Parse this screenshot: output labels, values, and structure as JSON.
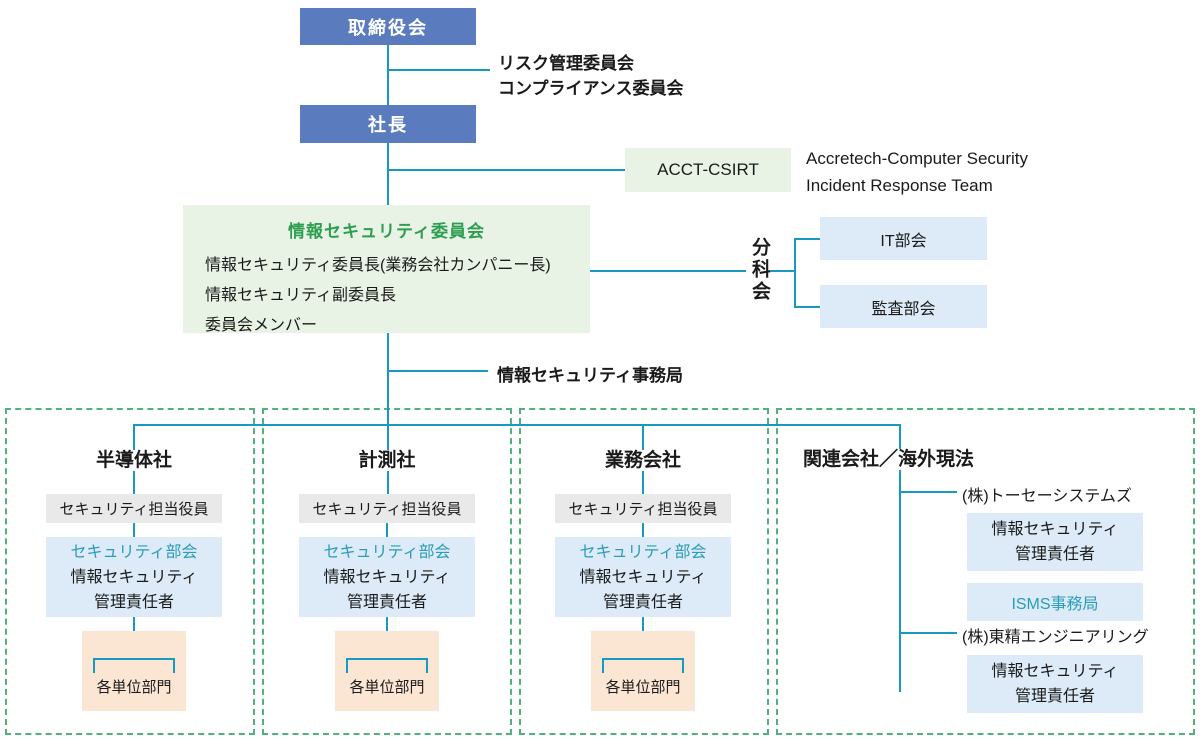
{
  "colors": {
    "header_box": "#5a7cbf",
    "green_box": "#e8f3e6",
    "green_title_text": "#2e9e50",
    "blue_box": "#dcebf7",
    "teal_text": "#2a9cba",
    "gray_box": "#e9e9e9",
    "peach_box": "#fbe6d3",
    "connector": "#1899c2",
    "section_border": "#52b07e"
  },
  "top": {
    "board": "取締役会",
    "president": "社長",
    "side_committees": [
      "リスク管理委員会",
      "コンプライアンス委員会"
    ],
    "csirt": {
      "label": "ACCT-CSIRT",
      "description": [
        "Accretech-Computer Security",
        "Incident Response Team"
      ]
    }
  },
  "committee": {
    "title": "情報セキュリティ委員会",
    "members": [
      "情報セキュリティ委員長(業務会社カンパニー長)",
      "情報セキュリティ副委員長",
      "委員会メンバー"
    ]
  },
  "subcommittees": {
    "label": "分科会",
    "groups": [
      "IT部会",
      "監査部会"
    ]
  },
  "secretariat": "情報セキュリティ事務局",
  "companies": [
    {
      "name": "半導体社",
      "officer": "セキュリティ担当役員",
      "board_title": "セキュリティ部会",
      "manager": [
        "情報セキュリティ",
        "管理責任者"
      ],
      "units": "各単位部門"
    },
    {
      "name": "計測社",
      "officer": "セキュリティ担当役員",
      "board_title": "セキュリティ部会",
      "manager": [
        "情報セキュリティ",
        "管理責任者"
      ],
      "units": "各単位部門"
    },
    {
      "name": "業務会社",
      "officer": "セキュリティ担当役員",
      "board_title": "セキュリティ部会",
      "manager": [
        "情報セキュリティ",
        "管理責任者"
      ],
      "units": "各単位部門"
    }
  ],
  "affiliates": {
    "title": "関連会社／海外現法",
    "entries": [
      {
        "name": "(株)トーセーシステムズ",
        "manager": [
          "情報セキュリティ",
          "管理責任者"
        ],
        "extra": "ISMS事務局"
      },
      {
        "name": "(株)東精エンジニアリング",
        "manager": [
          "情報セキュリティ",
          "管理責任者"
        ]
      }
    ]
  }
}
